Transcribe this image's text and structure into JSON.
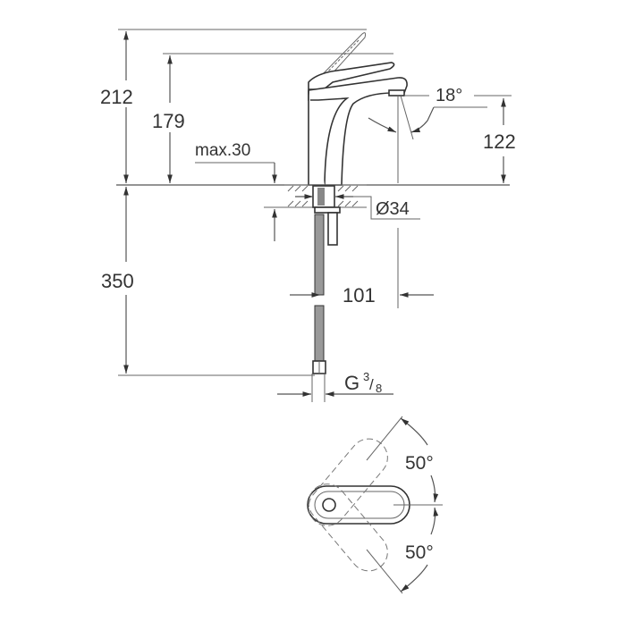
{
  "drawing": {
    "subject": "single-lever basin mixer faucet dimensional drawing",
    "line_color": "#333333",
    "background": "#ffffff",
    "dimensions": {
      "total_height": "212",
      "spout_body_height": "179",
      "max_deck_thickness": "max.30",
      "spout_angle": "18°",
      "outlet_height": "122",
      "hole_diameter": "Ø34",
      "spout_reach": "101",
      "hose_length": "350",
      "connection_thread_prefix": "G",
      "connection_thread_num": "3",
      "connection_thread_den": "8",
      "lever_rotation_upper": "50°",
      "lever_rotation_lower": "50°"
    }
  }
}
